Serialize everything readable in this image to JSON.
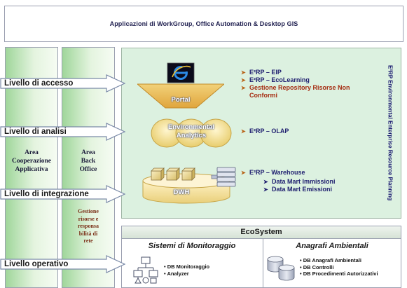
{
  "header": {
    "title": "Applicazioni di WorkGroup, Office Automation & Desktop GIS"
  },
  "columns": {
    "cooperazione": "Area\nCooperazione\nApplicativa",
    "back_office": "Area\nBack\nOffice",
    "gestione_risorse": "Gestione\nrisorse e\nresponsa\nbilità di\nrete"
  },
  "levels": [
    {
      "label": "Livello di accesso"
    },
    {
      "label": "Livello di analisi"
    },
    {
      "label": "Livello di integrazione"
    },
    {
      "label": "Livello operativo"
    }
  ],
  "components": {
    "portal": "Portal",
    "analytics": "Environmental\nAnalytics",
    "dwh": "DWH"
  },
  "access_list": [
    "E²RP – EIP",
    "E²RP – EcoLearning",
    "Gestione Repository Risorse Non Conformi"
  ],
  "analysis_list": [
    "E²RP – OLAP"
  ],
  "integration_list": [
    "E²RP – Warehouse"
  ],
  "integration_sub": [
    "Data Mart Immissioni",
    "Data Mart Emissioni"
  ],
  "vertical_title": "E²RP Environmental Enterprise Resource Planning",
  "ecosystem": {
    "title": "EcoSystem",
    "monitoraggio": {
      "title": "Sistemi di Monitoraggio",
      "items": [
        "DB Monitoraggio",
        "Analyzer"
      ]
    },
    "anagrafi": {
      "title": "Anagrafi Ambientali",
      "items": [
        "DB Anagrafi Ambientali",
        "DB Controlli",
        "DB Procedimenti Autorizzativi"
      ]
    }
  },
  "colors": {
    "column_green": "#9fd69a",
    "main_bg": "#dcf1e0",
    "arrow_fill": "#ffffff",
    "arrow_stroke": "#7a8aa8",
    "ie_blue": "#1f7fd6"
  },
  "icons": [
    "internet-explorer-icon",
    "server-stack-icon",
    "org-tree-icon",
    "database-icon"
  ]
}
